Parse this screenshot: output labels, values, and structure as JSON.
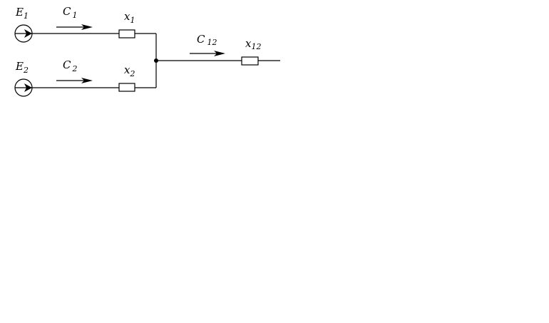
{
  "diagram": {
    "source_1": {
      "name": "E",
      "sub": "1"
    },
    "source_2": {
      "name": "E",
      "sub": "2"
    },
    "flow_1": {
      "name": "C",
      "sub": "1"
    },
    "flow_2": {
      "name": "C",
      "sub": "2"
    },
    "flow_12": {
      "name": "C",
      "sub": "12"
    },
    "reactance_1": {
      "name": "x",
      "sub": "1"
    },
    "reactance_2": {
      "name": "x",
      "sub": "2"
    },
    "reactance_12": {
      "name": "x",
      "sub": "12"
    }
  },
  "colors": {
    "ink": "#000000",
    "background": "#ffffff"
  }
}
